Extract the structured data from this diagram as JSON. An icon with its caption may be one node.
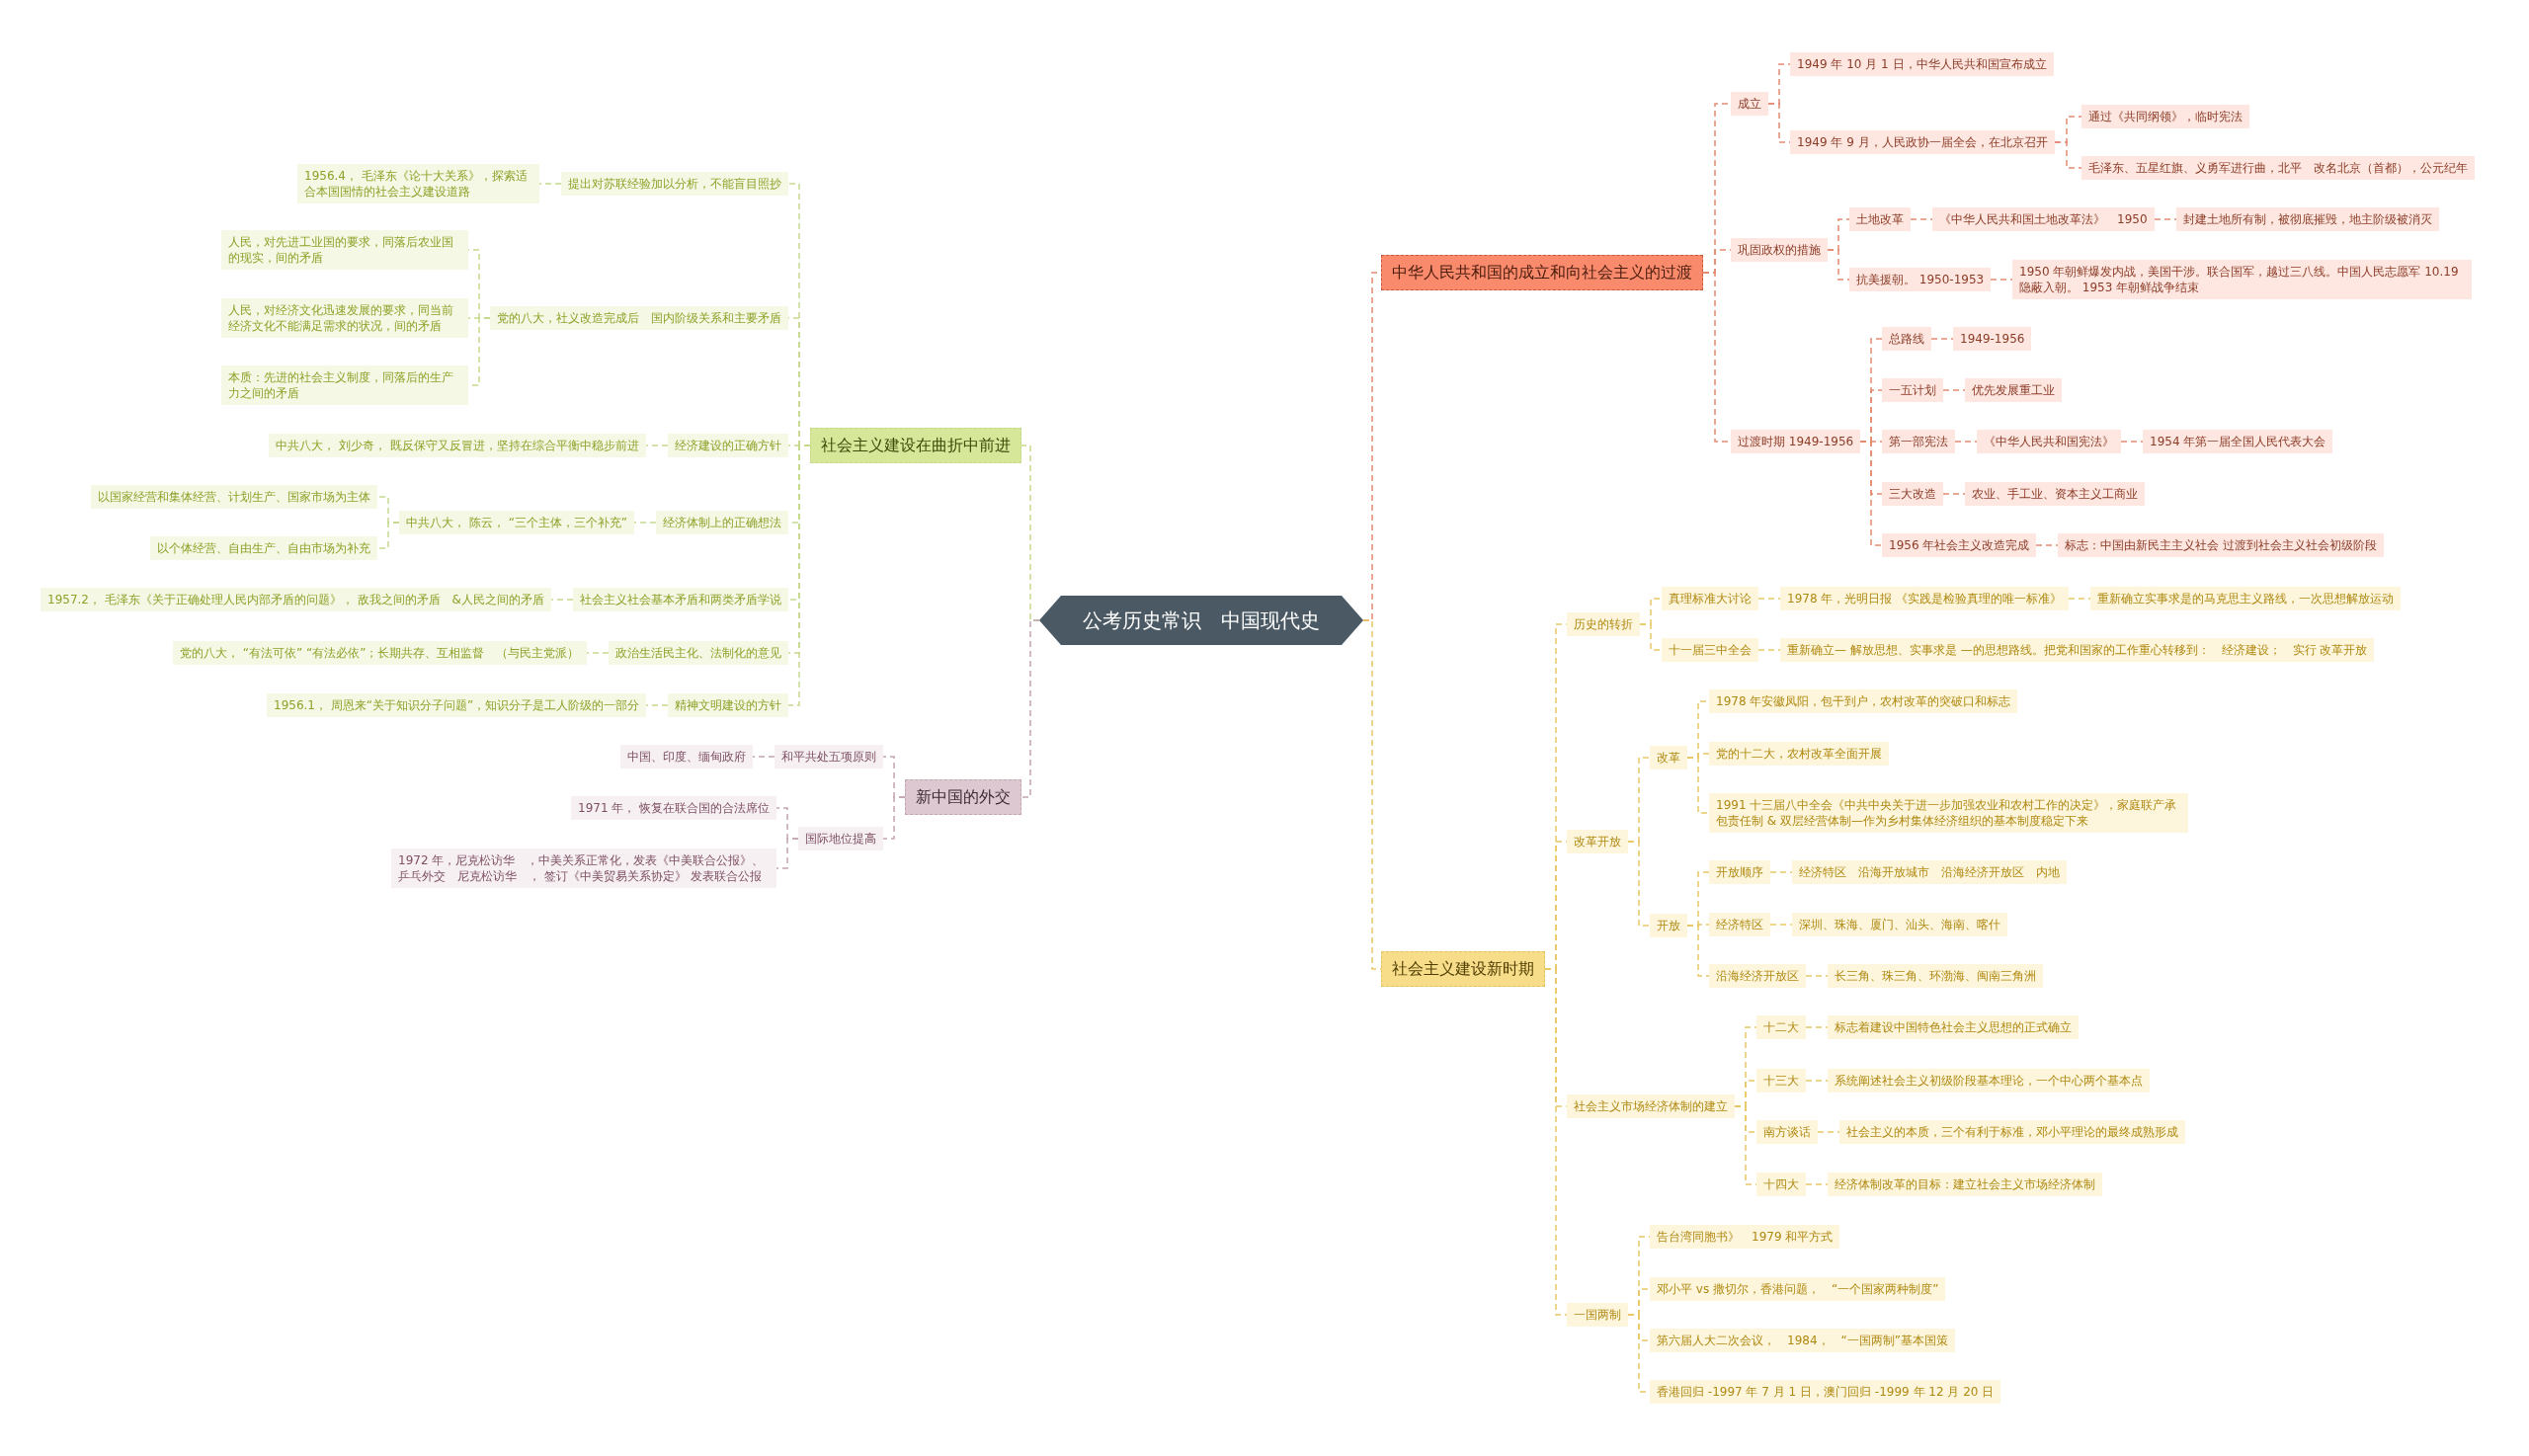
{
  "diagram": {
    "nodes": [
      {
        "text": [
          "公考历史常识　中国现代史"
        ]
      },
      {
        "text": [
          "社会主义建设在曲折中前进"
        ]
      },
      {
        "text": [
          "提出对苏联经验加以分析，不能盲目照抄"
        ]
      },
      {
        "text": [
          "1956.4， 毛泽东《论十大关系》，探索适合本国国情的社会主义建设道路"
        ]
      },
      {
        "text": [
          "党的八大，社义改造完成后　国内阶级关系和主要矛盾"
        ]
      },
      {
        "text": [
          "人民，对先进工业国的要求，同落后农业国的现实，间的矛盾"
        ]
      },
      {
        "text": [
          "人民，对经济文化迅速发展的要求，同当前经济文化不能满足需求的状况，间的矛盾"
        ]
      },
      {
        "text": [
          "本质：先进的社会主义制度，同落后的生产力之间的矛盾"
        ]
      },
      {
        "text": [
          "经济建设的正确方针"
        ]
      },
      {
        "text": [
          "中共八大， 刘少奇， 既反保守又反冒进，坚持在综合平衡中稳步前进"
        ]
      },
      {
        "text": [
          "经济体制上的正确想法"
        ]
      },
      {
        "text": [
          "中共八大， 陈云， “三个主体，三个补充”"
        ]
      },
      {
        "text": [
          "以国家经营和集体经营、计划生产、国家市场为主体"
        ]
      },
      {
        "text": [
          "以个体经营、自由生产、自由市场为补充"
        ]
      },
      {
        "text": [
          "社会主义社会基本矛盾和两类矛盾学说"
        ]
      },
      {
        "text": [
          "1957.2， 毛泽东《关于正确处理人民内部矛盾的问题》， 敌我之间的矛盾　&人民之间的矛盾"
        ]
      },
      {
        "text": [
          "政治生活民主化、法制化的意见"
        ]
      },
      {
        "text": [
          "党的八大， “有法可依” “有法必依”；长期共存、互相监督　（与民主党派）"
        ]
      },
      {
        "text": [
          "精神文明建设的方针"
        ]
      },
      {
        "text": [
          "1956.1， 周恩来“关于知识分子问题”，知识分子是工人阶级的一部分"
        ]
      },
      {
        "text": [
          "新中国的外交"
        ]
      },
      {
        "text": [
          "和平共处五项原则"
        ]
      },
      {
        "text": [
          "中国、印度、缅甸政府"
        ]
      },
      {
        "text": [
          "国际地位提高"
        ]
      },
      {
        "text": [
          "1971 年， 恢复在联合国的合法席位"
        ]
      },
      {
        "text": [
          "1972 年，尼克松访华　，中美关系正常化，发表《中美联合公报》、乒乓外交　尼克松访华　， 签订《中美贸易关系协定》 发表联合公报"
        ]
      },
      {
        "text": [
          "中华人民共和国的成立和向社会主义的过渡"
        ]
      },
      {
        "text": [
          "成立"
        ]
      },
      {
        "text": [
          "1949 年 10 月 1 日，中华人民共和国宣布成立"
        ]
      },
      {
        "text": [
          "1949 年 9 月，人民政协一届全会，在北京召开"
        ]
      },
      {
        "text": [
          "通过《共同纲领》，临时宪法"
        ]
      },
      {
        "text": [
          "毛泽东、五星红旗、义勇军进行曲，北平　改名北京（首都），公元纪年"
        ]
      },
      {
        "text": [
          "巩固政权的措施"
        ]
      },
      {
        "text": [
          "土地改革"
        ]
      },
      {
        "text": [
          "《中华人民共和国土地改革法》　1950"
        ]
      },
      {
        "text": [
          "封建土地所有制，被彻底摧毁，地主阶级被消灭"
        ]
      },
      {
        "text": [
          "抗美援朝。 1950-1953"
        ]
      },
      {
        "text": [
          "1950 年朝鲜爆发内战，美国干涉。联合国军，越过三八线。中国人民志愿军 10.19 隐蔽入朝。 1953 年朝鲜战争结束"
        ]
      },
      {
        "text": [
          "过渡时期 1949-1956"
        ]
      },
      {
        "text": [
          "总路线"
        ]
      },
      {
        "text": [
          "1949-1956"
        ]
      },
      {
        "text": [
          "一五计划"
        ]
      },
      {
        "text": [
          "优先发展重工业"
        ]
      },
      {
        "text": [
          "第一部宪法"
        ]
      },
      {
        "text": [
          "《中华人民共和国宪法》"
        ]
      },
      {
        "text": [
          "1954 年第一届全国人民代表大会"
        ]
      },
      {
        "text": [
          "三大改造"
        ]
      },
      {
        "text": [
          "农业、手工业、资本主义工商业"
        ]
      },
      {
        "text": [
          "1956 年社会主义改造完成"
        ]
      },
      {
        "text": [
          "标志：中国由新民主主义社会 过渡到社会主义社会初级阶段"
        ]
      },
      {
        "text": [
          "社会主义建设新时期"
        ]
      },
      {
        "text": [
          "历史的转折"
        ]
      },
      {
        "text": [
          "真理标准大讨论"
        ]
      },
      {
        "text": [
          "1978 年，光明日报 《实践是检验真理的唯一标准》"
        ]
      },
      {
        "text": [
          "重新确立实事求是的马克思主义路线，一次思想解放运动"
        ]
      },
      {
        "text": [
          "十一届三中全会"
        ]
      },
      {
        "text": [
          "重新确立— 解放思想、实事求是 —的思想路线。把党和国家的工作重心转移到：　经济建设；　实行 改革开放"
        ]
      },
      {
        "text": [
          "改革开放"
        ]
      },
      {
        "text": [
          "改革"
        ]
      },
      {
        "text": [
          "1978 年安徽凤阳，包干到户，农村改革的突破口和标志"
        ]
      },
      {
        "text": [
          "党的十二大，农村改革全面开展"
        ]
      },
      {
        "text": [
          "1991 十三届八中全会《中共中央关于进一步加强农业和农村工作的决定》，家庭联产承包责任制 & 双层经营体制—作为乡村集体经济组织的基本制度稳定下来"
        ]
      },
      {
        "text": [
          "开放"
        ]
      },
      {
        "text": [
          "开放顺序"
        ]
      },
      {
        "text": [
          "经济特区　沿海开放城市　沿海经济开放区　内地"
        ]
      },
      {
        "text": [
          "经济特区"
        ]
      },
      {
        "text": [
          "深圳、珠海、厦门、汕头、海南、喀什"
        ]
      },
      {
        "text": [
          "沿海经济开放区"
        ]
      },
      {
        "text": [
          "长三角、珠三角、环渤海、闽南三角洲"
        ]
      },
      {
        "text": [
          "社会主义市场经济体制的建立"
        ]
      },
      {
        "text": [
          "十二大"
        ]
      },
      {
        "text": [
          "标志着建设中国特色社会主义思想的正式确立"
        ]
      },
      {
        "text": [
          "十三大"
        ]
      },
      {
        "text": [
          "系统阐述社会主义初级阶段基本理论，一个中心两个基本点"
        ]
      },
      {
        "text": [
          "南方谈话"
        ]
      },
      {
        "text": [
          "社会主义的本质，三个有利于标准，邓小平理论的最终成熟形成"
        ]
      },
      {
        "text": [
          "十四大"
        ]
      },
      {
        "text": [
          "经济体制改革的目标：建立社会主义市场经济体制"
        ]
      },
      {
        "text": [
          "一国两制"
        ]
      },
      {
        "text": [
          "告台湾同胞书》　1979 和平方式"
        ]
      },
      {
        "text": [
          "邓小平 vs 撒切尔，香港问题，　“一个国家两种制度”"
        ]
      },
      {
        "text": [
          "第六届人大二次会议，　1984，　“一国两制”基本国策"
        ]
      },
      {
        "text": [
          "香港回归 -1997 年 7 月 1 日，澳门回归 -1999 年 12 月 20 日"
        ]
      }
    ],
    "edges": [
      {
        "from": 0,
        "to": 1,
        "arrow": "none",
        "color": "#c5d98a"
      },
      {
        "from": 1,
        "to": 2,
        "arrow": "none",
        "color": "#c5d98a"
      },
      {
        "from": 2,
        "to": 3,
        "arrow": "none",
        "color": "#c5d98a"
      },
      {
        "from": 1,
        "to": 4,
        "arrow": "none",
        "color": "#c5d98a"
      },
      {
        "from": 4,
        "to": 5,
        "arrow": "none",
        "color": "#c5d98a"
      },
      {
        "from": 4,
        "to": 6,
        "arrow": "none",
        "color": "#c5d98a"
      },
      {
        "from": 4,
        "to": 7,
        "arrow": "none",
        "color": "#c5d98a"
      },
      {
        "from": 1,
        "to": 8,
        "arrow": "none",
        "color": "#c5d98a"
      },
      {
        "from": 8,
        "to": 9,
        "arrow": "none",
        "color": "#c5d98a"
      },
      {
        "from": 1,
        "to": 10,
        "arrow": "none",
        "color": "#c5d98a"
      },
      {
        "from": 10,
        "to": 11,
        "arrow": "none",
        "color": "#c5d98a"
      },
      {
        "from": 11,
        "to": 12,
        "arrow": "none",
        "color": "#c5d98a"
      },
      {
        "from": 11,
        "to": 13,
        "arrow": "none",
        "color": "#c5d98a"
      },
      {
        "from": 1,
        "to": 14,
        "arrow": "none",
        "color": "#c5d98a"
      },
      {
        "from": 14,
        "to": 15,
        "arrow": "none",
        "color": "#c5d98a"
      },
      {
        "from": 1,
        "to": 16,
        "arrow": "none",
        "color": "#c5d98a"
      },
      {
        "from": 16,
        "to": 17,
        "arrow": "none",
        "color": "#c5d98a"
      },
      {
        "from": 1,
        "to": 18,
        "arrow": "none",
        "color": "#c5d98a"
      },
      {
        "from": 18,
        "to": 19,
        "arrow": "none",
        "color": "#c5d98a"
      },
      {
        "from": 0,
        "to": 20,
        "arrow": "none",
        "color": "#c4a5b3"
      },
      {
        "from": 20,
        "to": 21,
        "arrow": "none",
        "color": "#c4a5b3"
      },
      {
        "from": 21,
        "to": 22,
        "arrow": "none",
        "color": "#c4a5b3"
      },
      {
        "from": 20,
        "to": 23,
        "arrow": "none",
        "color": "#c4a5b3"
      },
      {
        "from": 23,
        "to": 24,
        "arrow": "none",
        "color": "#c4a5b3"
      },
      {
        "from": 23,
        "to": 25,
        "arrow": "none",
        "color": "#c4a5b3"
      },
      {
        "from": 0,
        "to": 26,
        "arrow": "none",
        "color": "#e48b72"
      },
      {
        "from": 26,
        "to": 27,
        "arrow": "none",
        "color": "#e48b72"
      },
      {
        "from": 27,
        "to": 28,
        "arrow": "none",
        "color": "#e48b72"
      },
      {
        "from": 27,
        "to": 29,
        "arrow": "none",
        "color": "#e48b72"
      },
      {
        "from": 29,
        "to": 30,
        "arrow": "none",
        "color": "#e48b72"
      },
      {
        "from": 29,
        "to": 31,
        "arrow": "none",
        "color": "#e48b72"
      },
      {
        "from": 26,
        "to": 32,
        "arrow": "none",
        "color": "#e48b72"
      },
      {
        "from": 32,
        "to": 33,
        "arrow": "none",
        "color": "#e48b72"
      },
      {
        "from": 33,
        "to": 34,
        "arrow": "none",
        "color": "#e48b72"
      },
      {
        "from": 34,
        "to": 35,
        "arrow": "none",
        "color": "#e48b72"
      },
      {
        "from": 32,
        "to": 36,
        "arrow": "none",
        "color": "#e48b72"
      },
      {
        "from": 36,
        "to": 37,
        "arrow": "none",
        "color": "#e48b72"
      },
      {
        "from": 26,
        "to": 38,
        "arrow": "none",
        "color": "#e48b72"
      },
      {
        "from": 38,
        "to": 39,
        "arrow": "none",
        "color": "#e48b72"
      },
      {
        "from": 39,
        "to": 40,
        "arrow": "none",
        "color": "#e48b72"
      },
      {
        "from": 38,
        "to": 41,
        "arrow": "none",
        "color": "#e48b72"
      },
      {
        "from": 41,
        "to": 42,
        "arrow": "none",
        "color": "#e48b72"
      },
      {
        "from": 38,
        "to": 43,
        "arrow": "none",
        "color": "#e48b72"
      },
      {
        "from": 43,
        "to": 44,
        "arrow": "none",
        "color": "#e48b72"
      },
      {
        "from": 44,
        "to": 45,
        "arrow": "none",
        "color": "#e48b72"
      },
      {
        "from": 38,
        "to": 46,
        "arrow": "none",
        "color": "#e48b72"
      },
      {
        "from": 46,
        "to": 47,
        "arrow": "none",
        "color": "#e48b72"
      },
      {
        "from": 38,
        "to": 48,
        "arrow": "none",
        "color": "#e48b72"
      },
      {
        "from": 48,
        "to": 49,
        "arrow": "none",
        "color": "#e48b72"
      },
      {
        "from": 0,
        "to": 50,
        "arrow": "none"
      },
      {
        "from": 50,
        "to": 51,
        "arrow": "none"
      },
      {
        "from": 51,
        "to": 52,
        "arrow": "none"
      },
      {
        "from": 52,
        "to": 53,
        "arrow": "none"
      },
      {
        "from": 53,
        "to": 54,
        "arrow": "none"
      },
      {
        "from": 51,
        "to": 55,
        "arrow": "none"
      },
      {
        "from": 55,
        "to": 56,
        "arrow": "none"
      },
      {
        "from": 50,
        "to": 57,
        "arrow": "none"
      },
      {
        "from": 57,
        "to": 58,
        "arrow": "none"
      },
      {
        "from": 58,
        "to": 59,
        "arrow": "none"
      },
      {
        "from": 58,
        "to": 60,
        "arrow": "none"
      },
      {
        "from": 58,
        "to": 61,
        "arrow": "none"
      },
      {
        "from": 57,
        "to": 62,
        "arrow": "none"
      },
      {
        "from": 62,
        "to": 63,
        "arrow": "none"
      },
      {
        "from": 63,
        "to": 64,
        "arrow": "none"
      },
      {
        "from": 62,
        "to": 65,
        "arrow": "none"
      },
      {
        "from": 65,
        "to": 66,
        "arrow": "none"
      },
      {
        "from": 62,
        "to": 67,
        "arrow": "none"
      },
      {
        "from": 67,
        "to": 68,
        "arrow": "none"
      },
      {
        "from": 50,
        "to": 69,
        "arrow": "none"
      },
      {
        "from": 69,
        "to": 70,
        "arrow": "none"
      },
      {
        "from": 70,
        "to": 71,
        "arrow": "none"
      },
      {
        "from": 69,
        "to": 72,
        "arrow": "none"
      },
      {
        "from": 72,
        "to": 73,
        "arrow": "none"
      },
      {
        "from": 69,
        "to": 74,
        "arrow": "none"
      },
      {
        "from": 74,
        "to": 75,
        "arrow": "none"
      },
      {
        "from": 69,
        "to": 76,
        "arrow": "none"
      },
      {
        "from": 76,
        "to": 77,
        "arrow": "none"
      },
      {
        "from": 50,
        "to": 78,
        "arrow": "none"
      },
      {
        "from": 78,
        "to": 79,
        "arrow": "none"
      },
      {
        "from": 78,
        "to": 80,
        "arrow": "none"
      },
      {
        "from": 78,
        "to": 81,
        "arrow": "none"
      },
      {
        "from": 78,
        "to": 82,
        "arrow": "none"
      }
    ]
  }
}
